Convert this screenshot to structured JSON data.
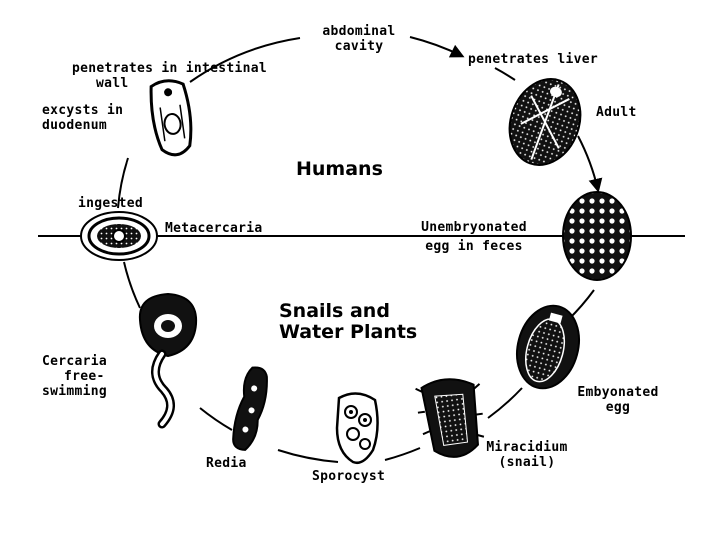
{
  "regions": {
    "host_upper": "Humans",
    "host_lower_line1": "Snails and",
    "host_lower_line2": "Water Plants"
  },
  "stages": {
    "abdominal_cavity": [
      "abdominal",
      "cavity"
    ],
    "penetrates_liver": "penetrates liver",
    "adult": "Adult",
    "unembryonated_egg": [
      "Unembryonated",
      "egg in feces"
    ],
    "embryonated_egg": [
      "Embyonated",
      "egg"
    ],
    "miracidium": [
      "Miracidium",
      "(snail)"
    ],
    "sporocyst": "Sporocyst",
    "redia": "Redia",
    "cercaria": [
      "Cercaria",
      "free-",
      "swimming"
    ],
    "metacercaria": "Metacercaria",
    "ingested": "ingested",
    "excysts": [
      "excysts in",
      "duodenum"
    ],
    "penetrates_intestinal_wall": [
      "penetrates in intestinal",
      "wall"
    ]
  },
  "style": {
    "ink": "#000000",
    "paper": "#ffffff"
  }
}
